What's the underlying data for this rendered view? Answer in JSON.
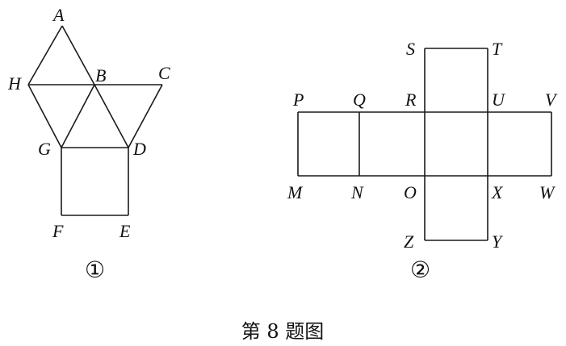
{
  "figure1": {
    "points": {
      "A": "A",
      "B": "B",
      "C": "C",
      "D": "D",
      "E": "E",
      "F": "F",
      "G": "G",
      "H": "H"
    },
    "number": "①"
  },
  "figure2": {
    "points": {
      "S": "S",
      "T": "T",
      "P": "P",
      "Q": "Q",
      "R": "R",
      "U": "U",
      "V": "V",
      "M": "M",
      "N": "N",
      "O": "O",
      "X": "X",
      "W": "W",
      "Z": "Z",
      "Y": "Y"
    },
    "number": "②"
  },
  "caption": "第 8 题图",
  "colors": {
    "line": "#1a1a1a",
    "text": "#111111",
    "background": "#ffffff"
  }
}
